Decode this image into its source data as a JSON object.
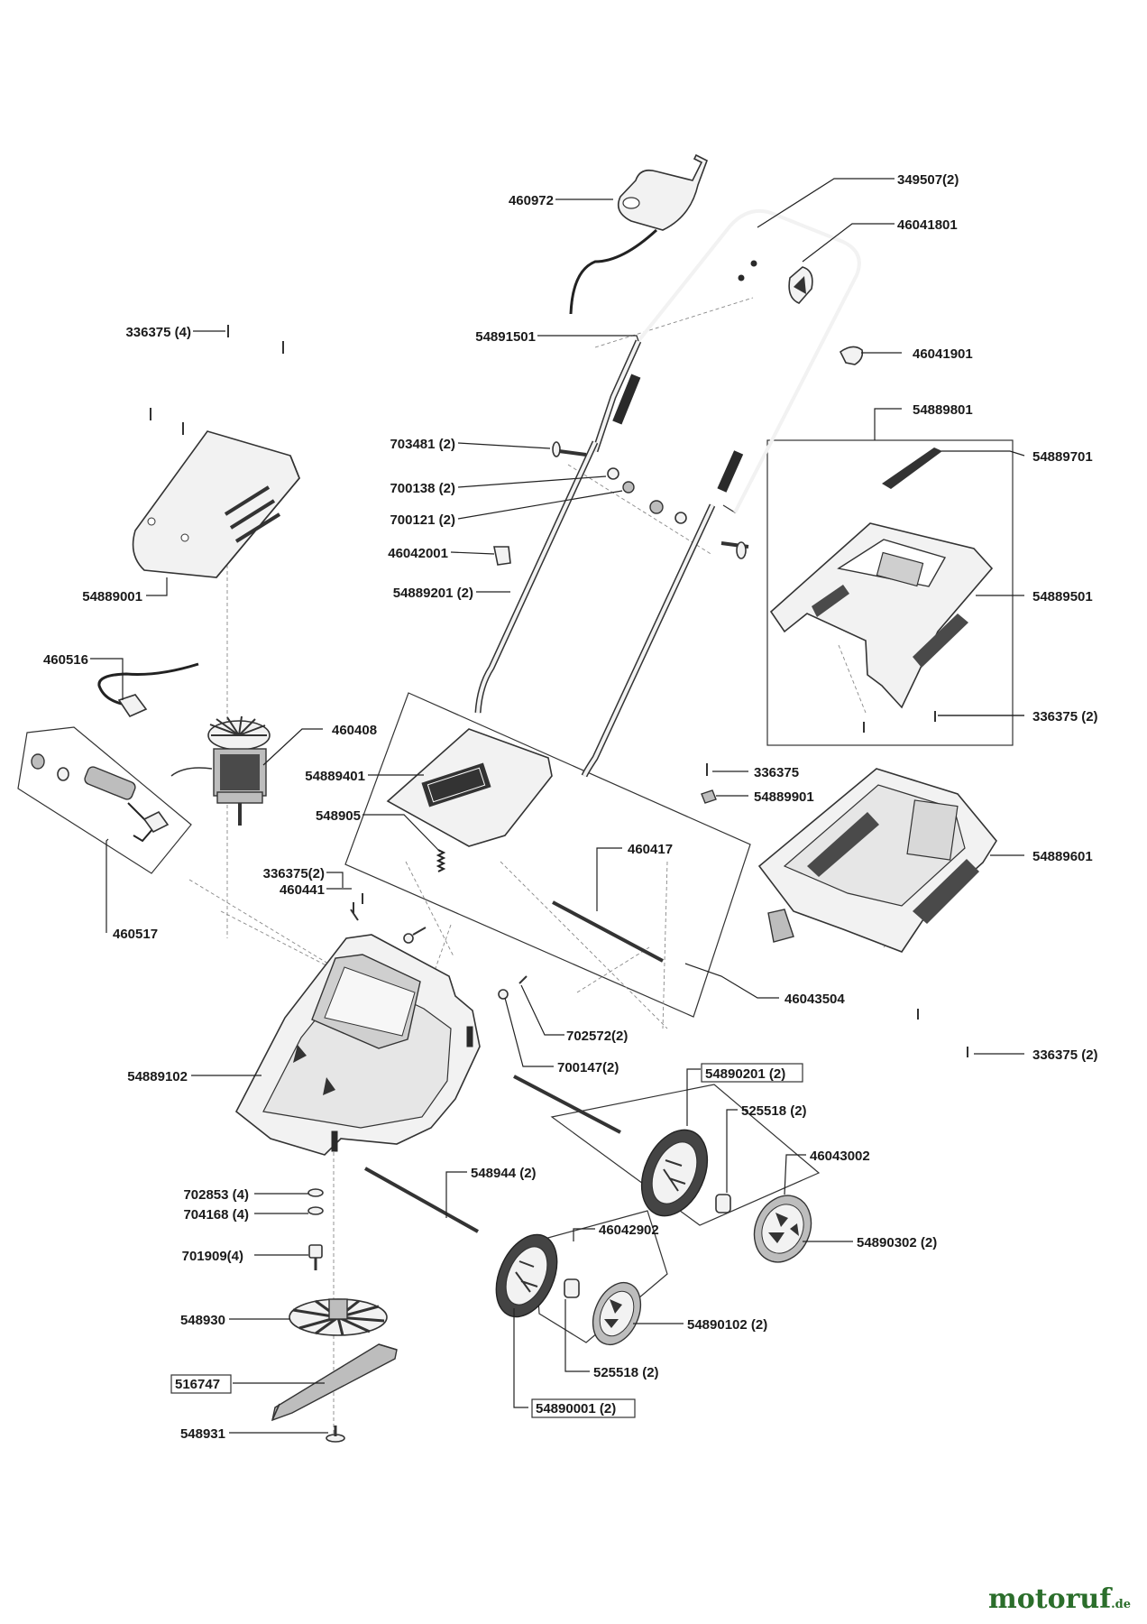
{
  "labels": [
    "460972",
    "349507(2)",
    "46041801",
    "336375 (4)",
    "54891501",
    "46041901",
    "54889801",
    "703481 (2)",
    "54889701",
    "700138 (2)",
    "700121 (2)",
    "46042001",
    "54889201 (2)",
    "54889501",
    "54889001",
    "460516",
    "336375 (2)",
    "460408",
    "54889401",
    "336375",
    "54889901",
    "548905",
    "460417",
    "54889601",
    "336375(2)",
    "460441",
    "460517",
    "46043504",
    "702572(2)",
    "700147(2)",
    "54889102",
    "54890201 (2)",
    "525518 (2)",
    "46043002",
    "548944 (2)",
    "702853 (4)",
    "704168 (4)",
    "46042902",
    "54890302 (2)",
    "701909(4)",
    "548930",
    "54890102 (2)",
    "525518 (2)",
    "516747",
    "54890001 (2)",
    "548931",
    "336375 (2)"
  ],
  "watermark": {
    "brand": "motoruf",
    "suffix": ".de"
  }
}
